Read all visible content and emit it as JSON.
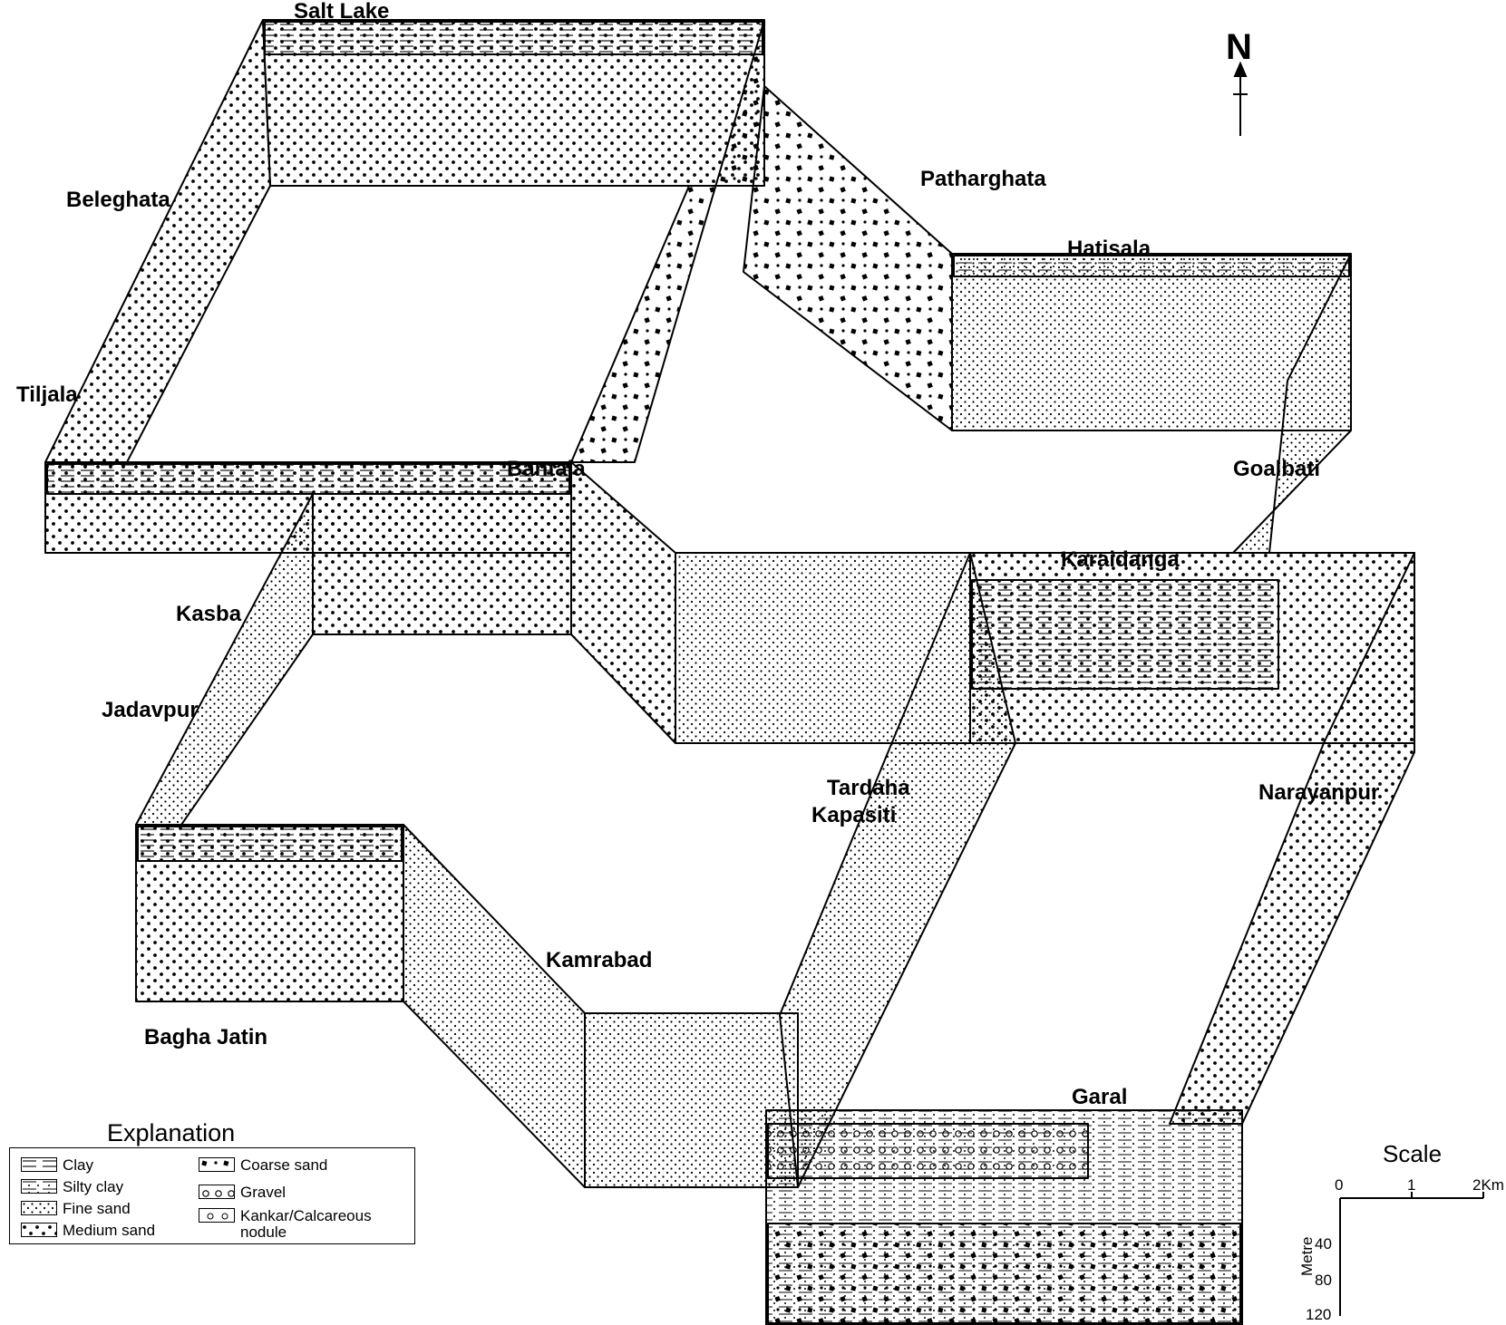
{
  "locations": {
    "salt_lake": "Salt Lake",
    "beleghata": "Beleghata",
    "tiljala": "Tiljala",
    "bantala": "Bantala",
    "patharghata": "Patharghata",
    "hatisala": "Hatisala",
    "goalbati": "Goalbati",
    "karaidanga": "Karaidanga",
    "kasba": "Kasba",
    "jadavpur": "Jadavpur",
    "tardaha_kapasiti_1": "Tardaha",
    "tardaha_kapasiti_2": "Kapasiti",
    "narayanpur": "Narayanpur",
    "kamrabad": "Kamrabad",
    "bagha_jatin": "Bagha Jatin",
    "garal": "Garal"
  },
  "north_arrow": {
    "label": "N"
  },
  "scale": {
    "title": "Scale",
    "horizontal_ticks": [
      "0",
      "1",
      "2Km"
    ],
    "vertical_unit": "Metre",
    "vertical_ticks": [
      "40",
      "80",
      "120"
    ]
  },
  "legend": {
    "title": "Explanation",
    "items": [
      {
        "label": "Clay",
        "pattern": "clay"
      },
      {
        "label": "Silty clay",
        "pattern": "silty-clay"
      },
      {
        "label": "Fine sand",
        "pattern": "fine-sand"
      },
      {
        "label": "Medium sand",
        "pattern": "medium-sand"
      },
      {
        "label": "Coarse sand",
        "pattern": "coarse-sand"
      },
      {
        "label": "Gravel",
        "pattern": "gravel"
      },
      {
        "label": "Kankar/Calcareous",
        "pattern": "kankar"
      },
      {
        "label": "nodule",
        "pattern": "kankar"
      }
    ]
  }
}
